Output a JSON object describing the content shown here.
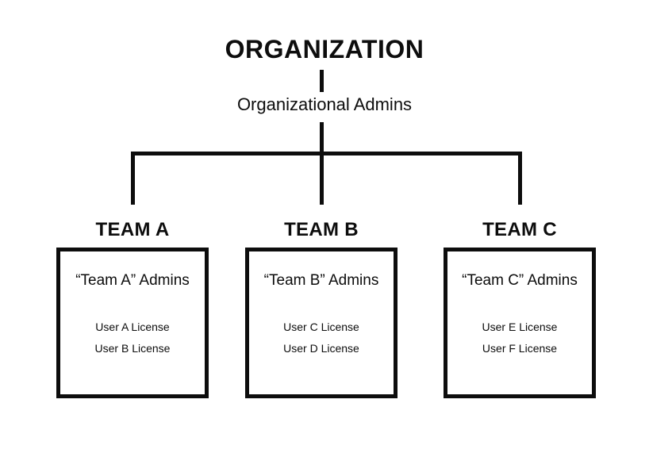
{
  "diagram": {
    "title": "ORGANIZATION",
    "root_label": "Organizational Admins",
    "colors": {
      "line": "#0d0d0d",
      "text": "#0d0d0d",
      "background": "#ffffff"
    },
    "teams": [
      {
        "name": "TEAM A",
        "admins": "“Team A” Admins",
        "licenses": [
          "User A License",
          "User B License"
        ]
      },
      {
        "name": "TEAM B",
        "admins": "“Team B” Admins",
        "licenses": [
          "User C License",
          "User D License"
        ]
      },
      {
        "name": "TEAM C",
        "admins": "“Team C” Admins",
        "licenses": [
          "User E License",
          "User F License"
        ]
      }
    ]
  }
}
